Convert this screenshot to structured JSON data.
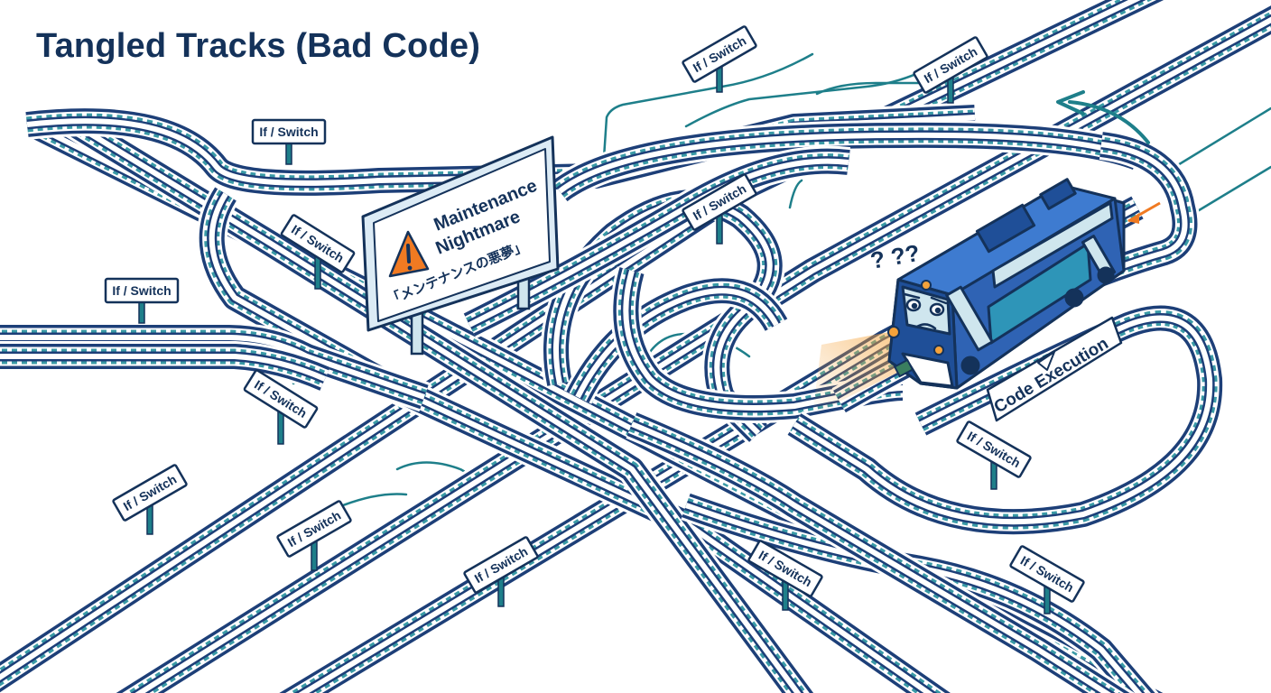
{
  "title": "Tangled Tracks (Bad Code)",
  "switch_label": "If / Switch",
  "warning_sign": {
    "line1": "Maintenance",
    "line2": "Nightmare",
    "line3": "「メンテナンスの悪夢」"
  },
  "execution_label": "Code Execution",
  "confusion": "? ??",
  "colors": {
    "rail": "#1d3f78",
    "sleeper": "#3a9aa6",
    "title": "#14325a",
    "train_body": "#2f63b4",
    "train_stripe": "#2e95b8",
    "warning": "#f07a22",
    "headlight": "#f5a23a"
  }
}
